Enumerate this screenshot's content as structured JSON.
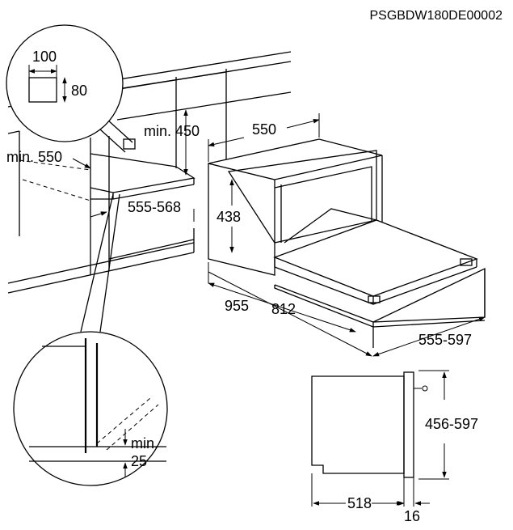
{
  "drawing_code": "PSGBDW180DE00002",
  "cabinet": {
    "vent_width": "100",
    "vent_height": "80",
    "min_depth": "min. 550",
    "min_height_above": "min. 450",
    "niche_height": "555-568"
  },
  "oven": {
    "depth": "550",
    "front_height": "438",
    "depth_with_door": "955",
    "door_open_depth": "812",
    "width": "555-597"
  },
  "side_view": {
    "height": "456-597",
    "body_depth": "518",
    "front_thickness": "16"
  },
  "detail": {
    "min_label": "min.",
    "gap": "25"
  }
}
